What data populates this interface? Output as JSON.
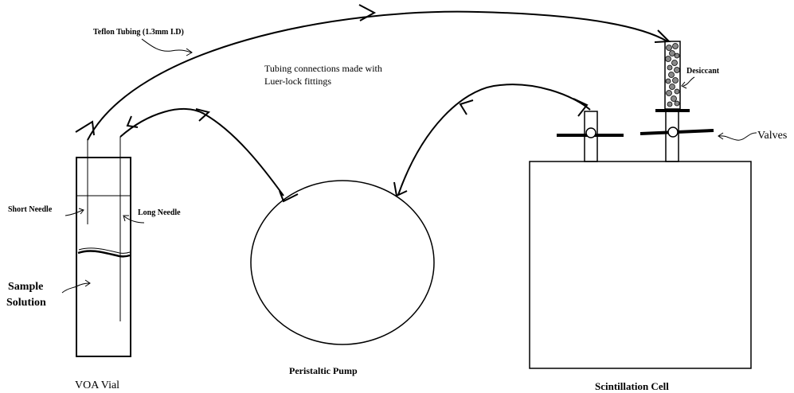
{
  "labels": {
    "teflon_tubing": "Teflon Tubing (1.3mm I.D)",
    "connections_line1": "Tubing  connections made with",
    "connections_line2": "Luer-lock fittings",
    "desiccant": "Desiccant",
    "valves": "Valves",
    "short_needle": "Short Needle",
    "long_needle": "Long Needle",
    "sample_line1": "Sample",
    "sample_line2": "Solution",
    "voa_vial": "VOA Vial",
    "peristaltic_pump": "Peristaltic Pump",
    "scintillation_cell": "Scintillation Cell"
  },
  "colors": {
    "line": "#000000",
    "background": "#ffffff"
  }
}
